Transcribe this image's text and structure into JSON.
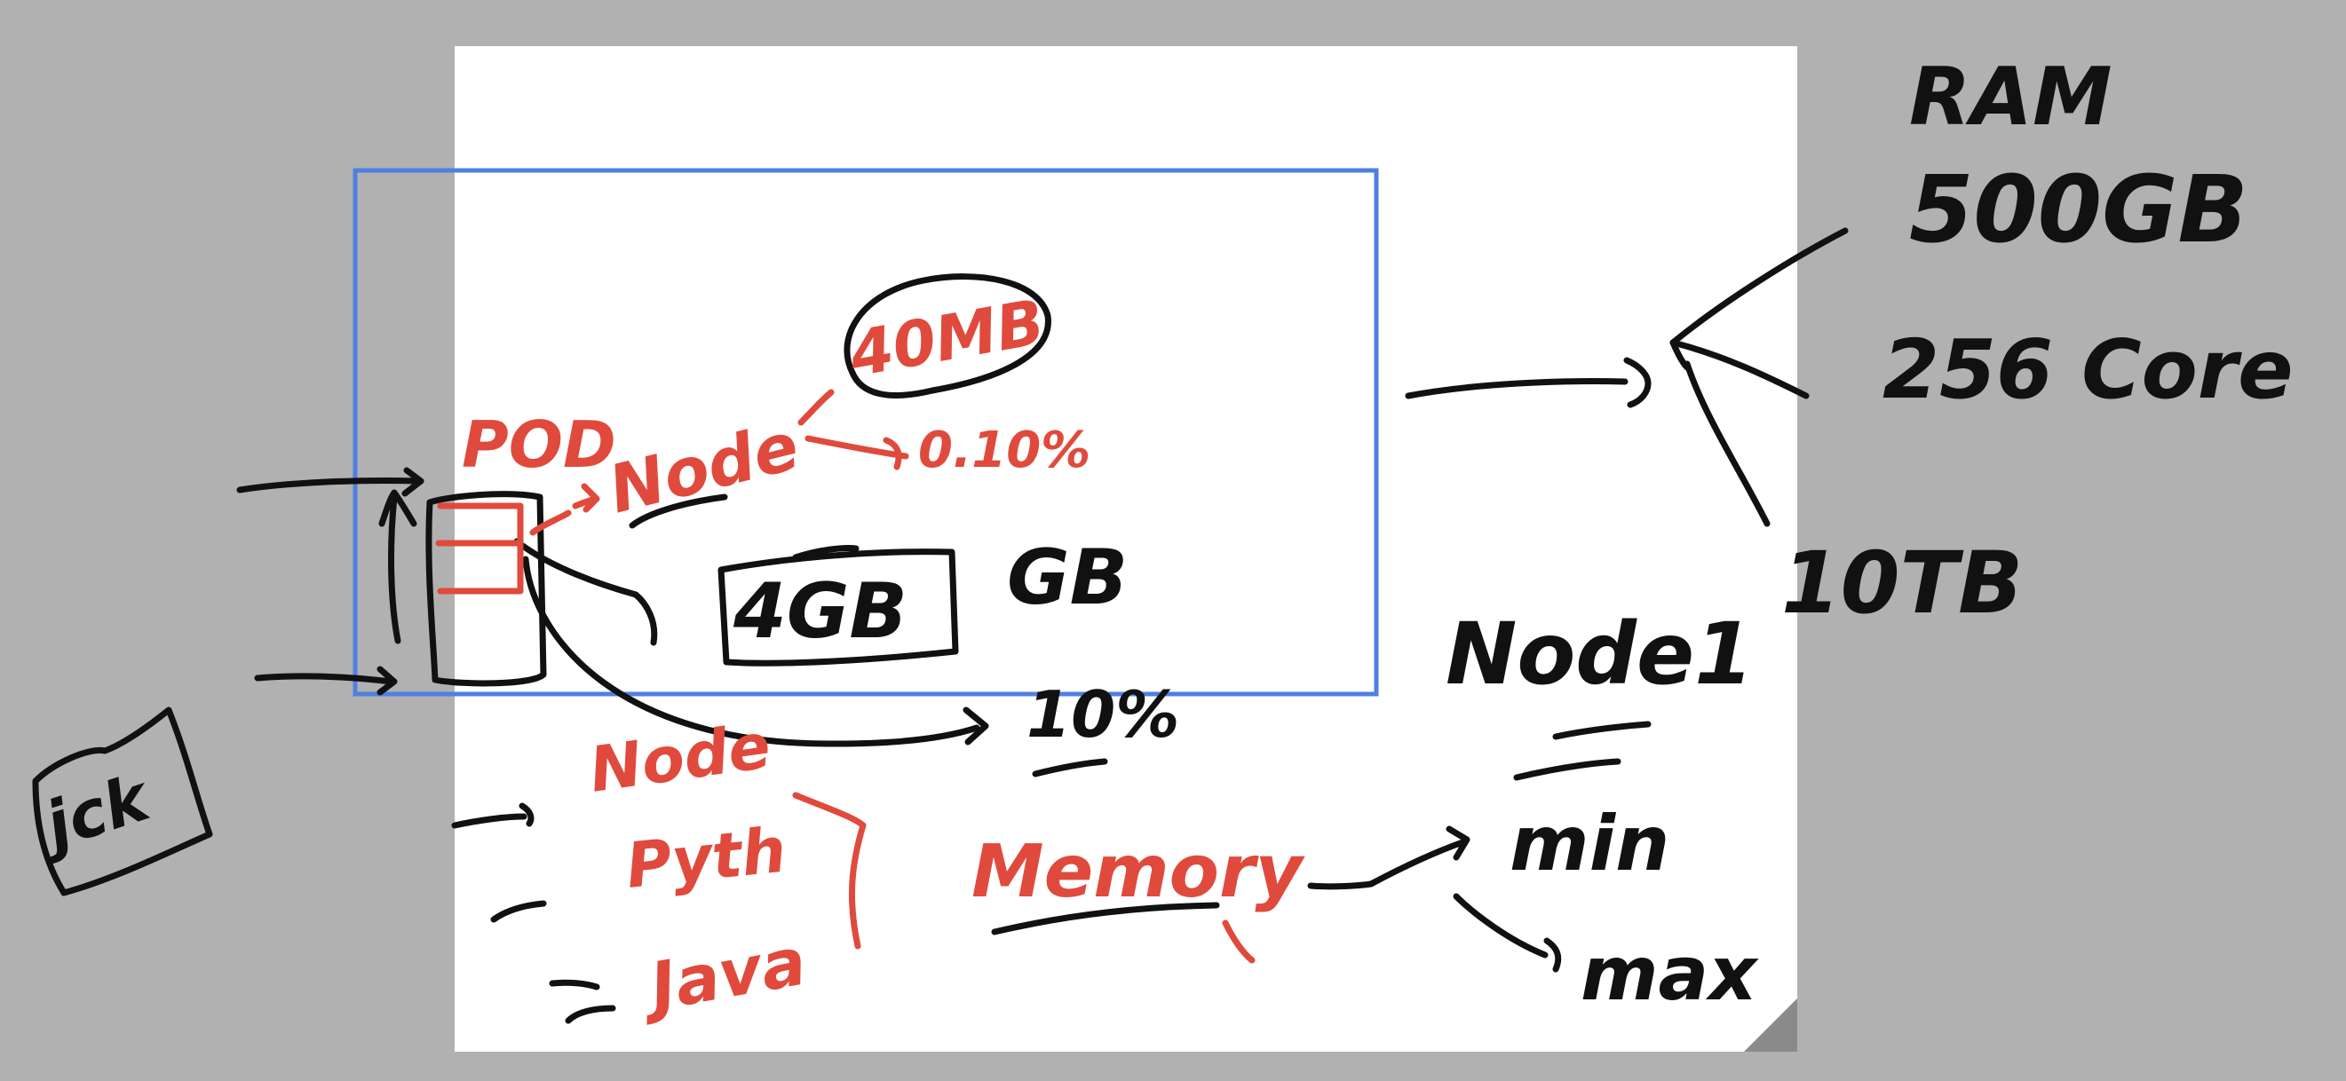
{
  "colors": {
    "background": "#b1b1b1",
    "paper": "#ffffff",
    "ink_black": "#111111",
    "ink_red": "#e04a3d",
    "selection_blue": "#4f80e0",
    "corner_fold": "#8a8a8a"
  },
  "labels": {
    "ram": "RAM",
    "ram_size": "500GB",
    "cores": "256 Core",
    "storage": "10TB",
    "node1": "Node1",
    "min": "min",
    "max": "max",
    "memory": "Memory",
    "pod": "POD",
    "node_arrow": "Node",
    "node_badge": "40MB",
    "node_percent": "0.10%",
    "container_size": "4GB",
    "container_gb": "GB",
    "percent": "10%",
    "node_list": "Node",
    "python": "Pyth",
    "java": "Java",
    "jck": "jck"
  }
}
